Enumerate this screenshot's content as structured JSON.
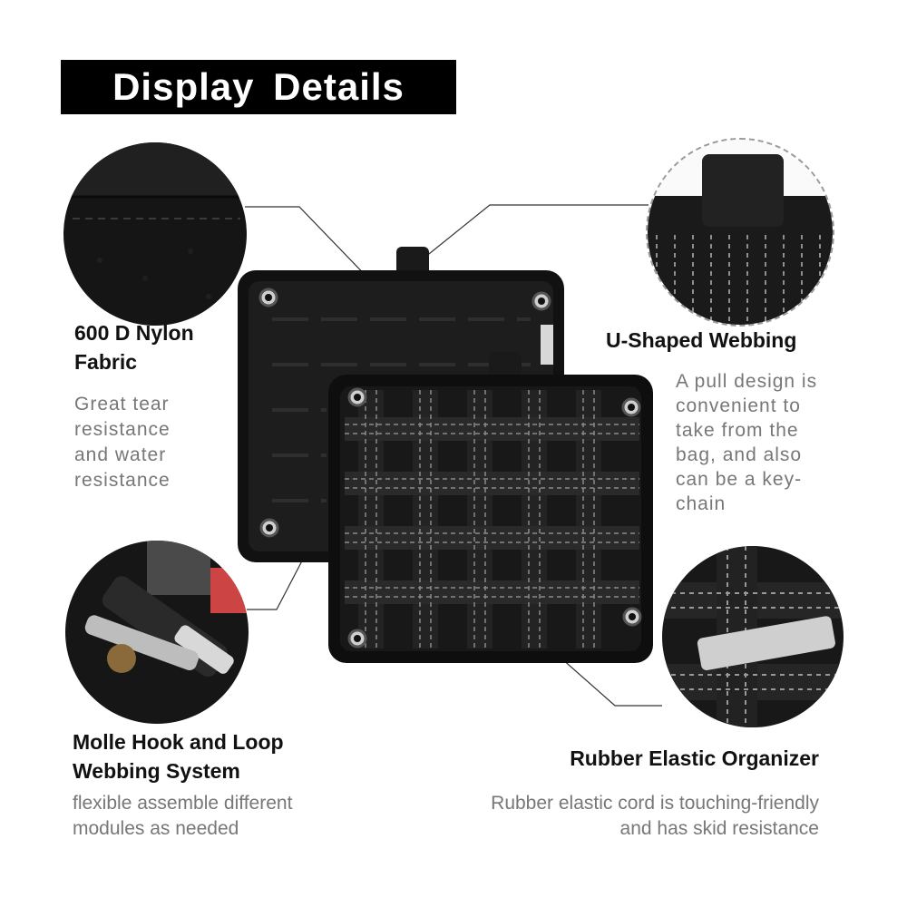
{
  "title": "Display  Details",
  "features": [
    {
      "heading_lines": [
        "600 D Nylon",
        "Fabric"
      ],
      "desc_lines": [
        "Great tear",
        "resistance",
        "and water",
        "resistance"
      ]
    },
    {
      "heading_lines": [
        "U-Shaped Webbing"
      ],
      "desc_lines": [
        "A pull design is",
        "convenient to",
        "take from the",
        "bag,  and also",
        "can be a key-",
        "chain"
      ]
    },
    {
      "heading_lines": [
        "Molle Hook and Loop",
        "Webbing System"
      ],
      "desc_lines": [
        "flexible assemble different",
        "modules as needed"
      ]
    },
    {
      "heading_lines": [
        "Rubber Elastic Organizer"
      ],
      "desc_lines": [
        "Rubber elastic cord is touching-friendly",
        "and has skid resistance"
      ]
    }
  ],
  "colors": {
    "title_bg": "#000000",
    "title_text": "#ffffff",
    "heading": "#111111",
    "desc": "#777777",
    "product": "#151515",
    "stitch": "#9a9a9a"
  },
  "icons": [
    "fabric-closeup-photo",
    "webbing-loop-photo",
    "molle-tools-photo",
    "elastic-organizer-photo",
    "organizer-panel-photo"
  ]
}
